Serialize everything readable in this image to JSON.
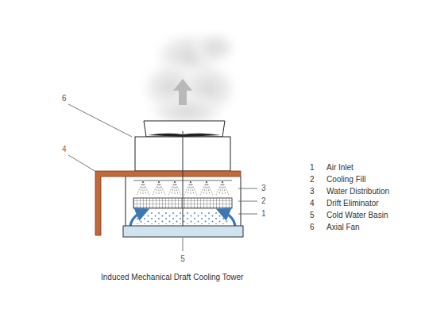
{
  "diagram": {
    "caption": "Induced Mechanical Draft Cooling Tower",
    "labels": [
      "6",
      "4",
      "3",
      "2",
      "1",
      "5",
      "1",
      "Air Inlet",
      "2",
      "Cooling Fill",
      "3",
      "Water Distribution",
      "4",
      "Drift Eliminator",
      "5",
      "Cold Water Basin",
      "6",
      "Axial Fan"
    ]
  }
}
